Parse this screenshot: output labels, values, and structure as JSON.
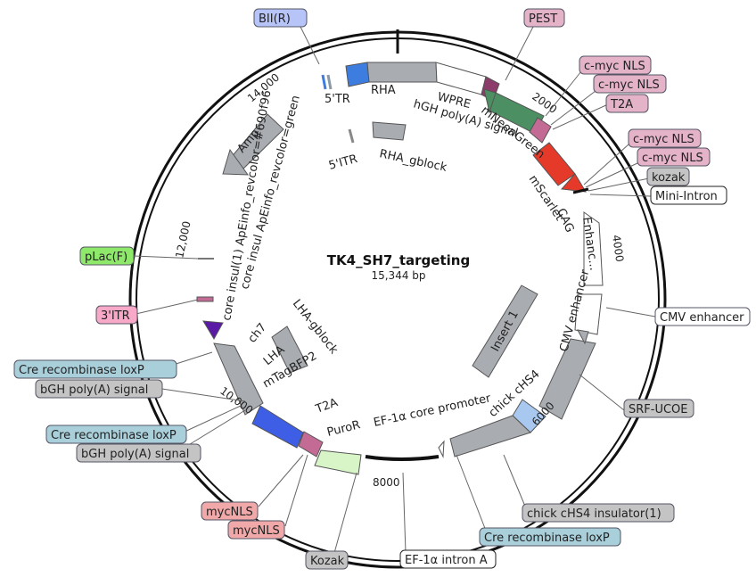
{
  "plasmid": {
    "name": "TK4_SH7_targeting",
    "length": "15,344 bp"
  },
  "ticks": [
    "2000",
    "4000",
    "6000",
    "8000",
    "10,000",
    "12,000",
    "14,000"
  ],
  "colors": {
    "orange": "#e0673b",
    "green": "#4c8f62",
    "red": "#e53a2a",
    "blue": "#3e7de0",
    "puro": "#d8f5c8",
    "purple": "#5b1aa6",
    "grey": "#a9adb2",
    "ltblue": "#a8c8f0",
    "pest": "#8c3b6a"
  },
  "callouts": {
    "bii": "BII(R)",
    "pest": "PEST",
    "cmyc1": "c-myc NLS",
    "cmyc2": "c-myc NLS",
    "t2a": "T2A",
    "cmyc3": "c-myc NLS",
    "cmyc4": "c-myc NLS",
    "kozak1": "kozak",
    "mini": "Mini-Intron",
    "cmv": "CMV enhancer",
    "srf": "SRF-UCOE",
    "chs4": "chick cHS4 insulator(1)",
    "crelox1": "Cre recombinase loxP",
    "ef1a": "EF-1α intron A",
    "kozak2": "Kozak",
    "mycnls1": "mycNLS",
    "mycnls2": "mycNLS",
    "bgh1": "bGH poly(A) signal",
    "crelox2": "Cre recombinase loxP",
    "bgh2": "bGH poly(A) signal",
    "crelox3": "Cre recombinase loxP",
    "itr3": "3'ITR",
    "plac": "pLac(F)"
  },
  "features": {
    "tr5": "5'TR",
    "rha": "RHA",
    "wpre": "WPRE",
    "hgh": "hGH poly(A) signal",
    "mneon": "mNeonGreen",
    "mscarlet": "mScarlet",
    "cag": "CAG",
    "enhanc": "Enhanc...",
    "cmv_enh": "CMV enhancer",
    "insert1": "Insert 1",
    "chick": "chick cHS4",
    "ef1core": "EF-1α core promoter",
    "puror": "PuroR",
    "t2a": "T2A",
    "mtag": "mTagBFP2",
    "lha": "LHA",
    "ch7": "ch7",
    "lhag": "LHA-gblock",
    "insul1": "core insul(1) ApEinfo_revcolor=#690f96",
    "insul2": "core insul ApEinfo_revcolor=green",
    "amp": "Amp",
    "itr5": "5'ITR",
    "rhag": "RHA_gblock"
  }
}
